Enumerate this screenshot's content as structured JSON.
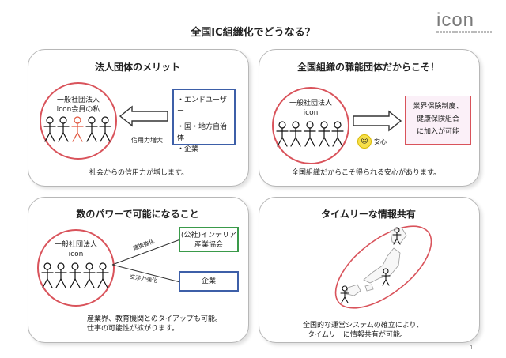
{
  "header": {
    "title": "全国IC組織化でどうなる？",
    "logo": "icon"
  },
  "panels": {
    "merit": {
      "title": "法人団体のメリット",
      "circle_lines": [
        "一般社団法人",
        "icon会員の私"
      ],
      "box_items": [
        "・エンドユーザー",
        "・国・地方自治体",
        "・企業"
      ],
      "arrow_label": "信用力増大",
      "caption": "社会からの信用力が増します。"
    },
    "national": {
      "title": "全国組織の職能団体だからこそ！",
      "circle_lines": [
        "一般社団法人",
        "icon"
      ],
      "smile_label": "安心",
      "box_lines": [
        "業界保険制度、",
        "健康保険組合",
        "に加入が可能"
      ],
      "caption": "全国組織だからこそ得られる安心があります。"
    },
    "power": {
      "title": "数のパワーで可能になること",
      "circle_lines": [
        "一般社団法人",
        "icon"
      ],
      "line1_label": "連携強化",
      "line2_label": "交渉力強化",
      "box1_lines": [
        "(公社)インテリア",
        "産業協会"
      ],
      "box2": "企業",
      "caption_lines": [
        "産業界、教育機関とのタイアップも可能。",
        "仕事の可能性が拡がります。"
      ]
    },
    "timely": {
      "title": "タイムリーな情報共有",
      "caption_lines": [
        "全国的な運営システムの確立により、",
        "タイムリーに情報共有が可能。"
      ]
    }
  },
  "colors": {
    "circle": "#d9535b",
    "blue_box": "#3d5fa8",
    "green_box": "#3a9a4a",
    "figure_highlight": "#e0553c"
  },
  "footer": {
    "page": "1"
  }
}
